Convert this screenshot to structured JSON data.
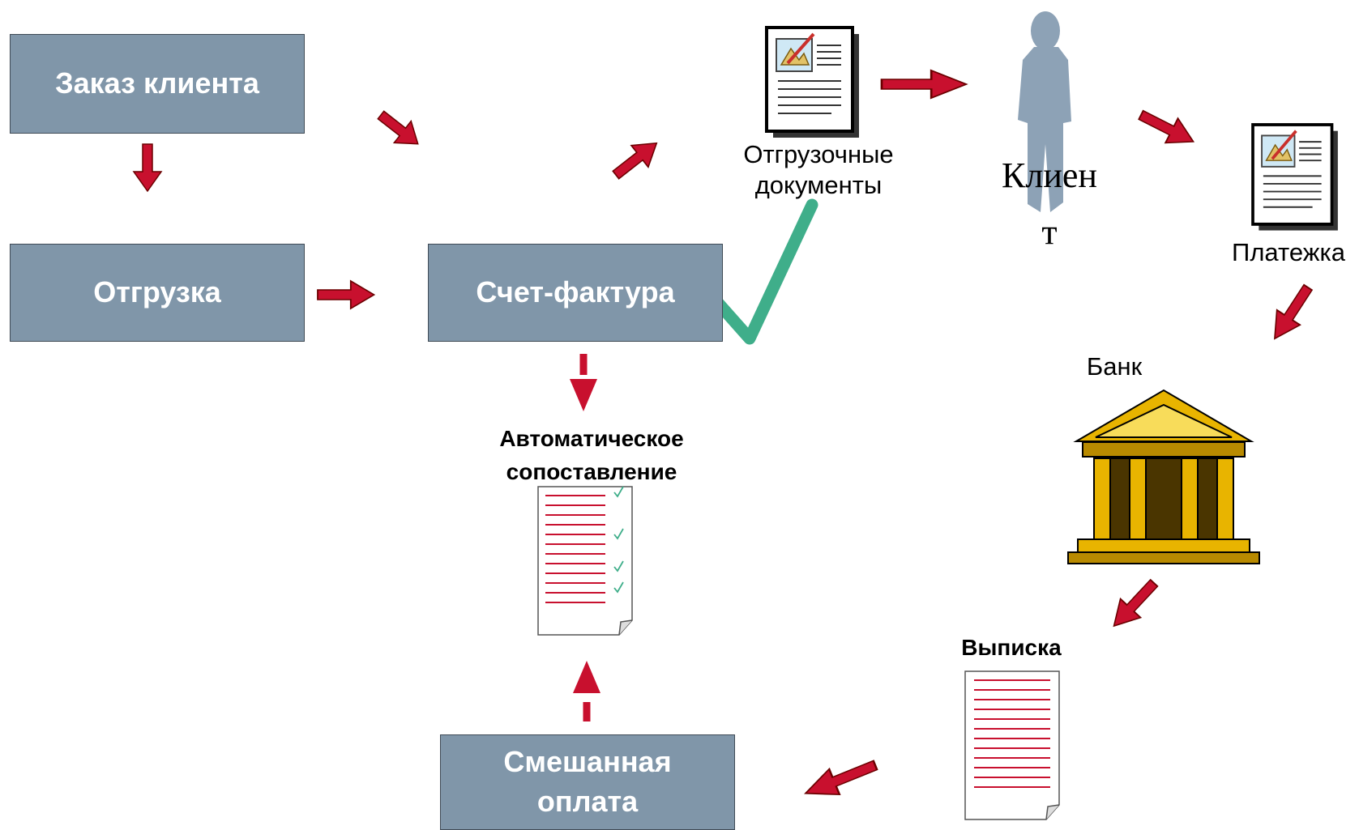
{
  "boxes": {
    "customer_order": "Заказ клиента",
    "shipment": "Отгрузка",
    "invoice": "Счет-фактура",
    "mixed_payment": "Смешанная\nоплата"
  },
  "labels": {
    "shipping_docs": "Отгрузочные\nдокументы",
    "client": "Клиен\nт",
    "payment_order": "Платежка",
    "bank": "Банк",
    "auto_matching": "Автоматическое\nсопоставление",
    "statement": "Выписка"
  },
  "icons": {
    "shipping_docs": "document-edit-icon",
    "payment_order": "document-edit-icon",
    "client": "person-silhouette-icon",
    "bank": "bank-building-icon",
    "matching_sheet": "checklist-document-icon",
    "statement_sheet": "lined-document-icon",
    "check": "checkmark-icon"
  },
  "colors": {
    "box_fill": "#8096a9",
    "arrow": "#c8102e",
    "check": "#3fae8a",
    "bank_gold": "#e8b400"
  }
}
